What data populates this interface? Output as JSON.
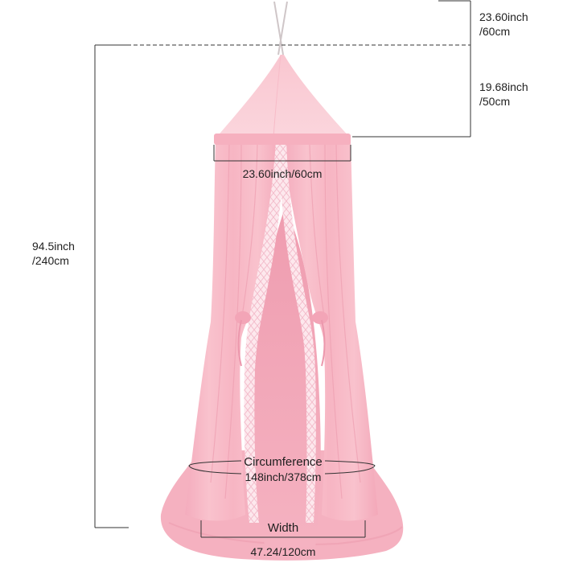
{
  "colors": {
    "canopy_main": "#f7b8c4",
    "canopy_light": "#fbd3da",
    "canopy_dark": "#ee9caf",
    "inner": "#f3a4b6",
    "lace": "#fde9ee",
    "line": "#333333",
    "rope": "#c9c1c3"
  },
  "labels": {
    "top_length_value": "23.60inch",
    "top_length_unit": "/60cm",
    "crown_height_value": "19.68inch",
    "crown_height_unit": "/50cm",
    "total_height_value": "94.5inch",
    "total_height_unit": "/240cm",
    "ring_diameter": "23.60inch/60cm",
    "circumference_title": "Circumference",
    "circumference_value": "148inch/378cm",
    "width_title": "Width",
    "width_value": "47.24/120cm"
  }
}
